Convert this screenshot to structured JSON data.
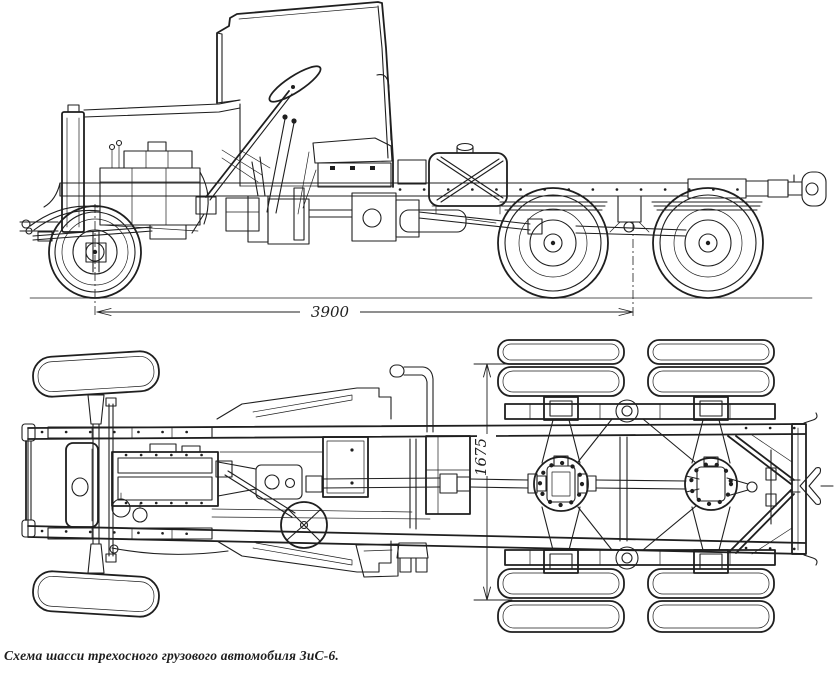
{
  "caption": "Схема шасси трехосного грузового автомобиля ЗиС-6.",
  "dimensions": {
    "wheelbase": "3900",
    "track": "1675"
  },
  "colors": {
    "ink": "#1f1f1f",
    "paper": "#ffffff"
  }
}
